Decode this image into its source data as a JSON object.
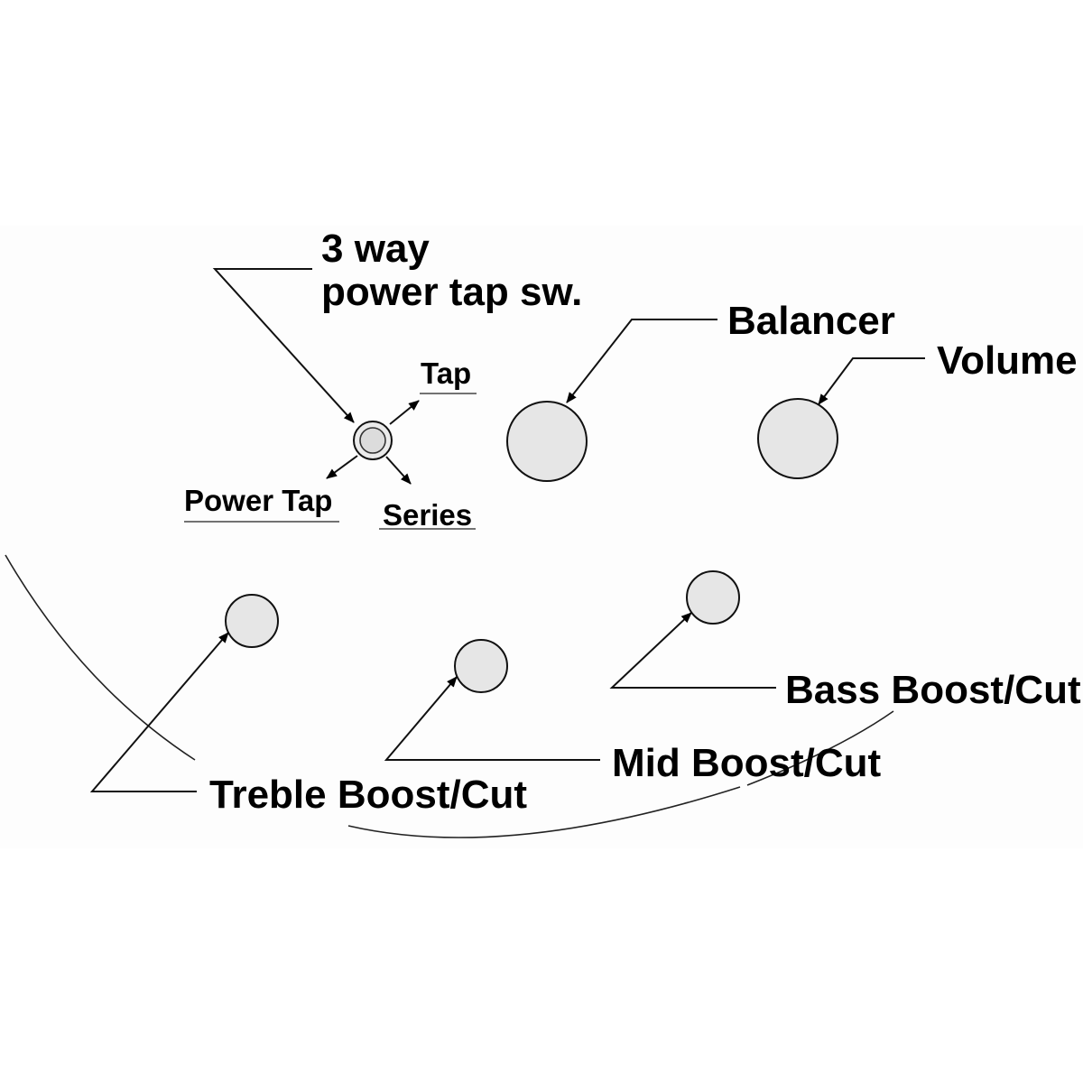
{
  "labels": {
    "switch_line1": "3 way",
    "switch_line2": "power tap sw.",
    "balancer": "Balancer",
    "volume": "Volume",
    "tap": "Tap",
    "power_tap": "Power Tap",
    "series": "Series",
    "bass": "Bass Boost/Cut",
    "mid": "Mid Boost/Cut",
    "treble": "Treble Boost/Cut"
  },
  "colors": {
    "knob_fill": "#e6e6e6",
    "line": "#111111",
    "background": "#ffffff"
  },
  "icons": {
    "switch": "toggle-switch-icon",
    "knob": "control-knob-icon"
  }
}
